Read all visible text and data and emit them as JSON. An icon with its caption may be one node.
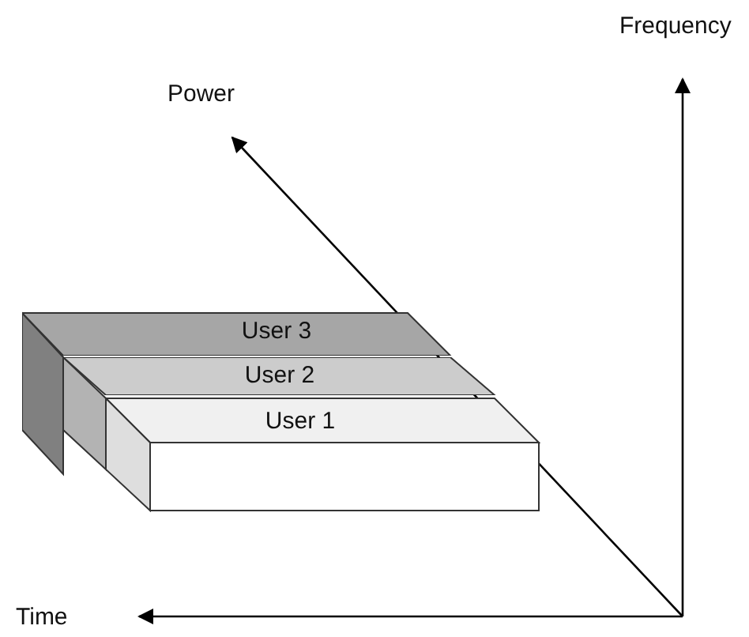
{
  "diagram": {
    "nodes": [
      {
        "text": [
          "User 3"
        ]
      },
      {
        "text": [
          "User 2"
        ]
      },
      {
        "text": [
          "User 1"
        ]
      }
    ],
    "labels": [
      "Frequency",
      "Power",
      "Time"
    ]
  }
}
